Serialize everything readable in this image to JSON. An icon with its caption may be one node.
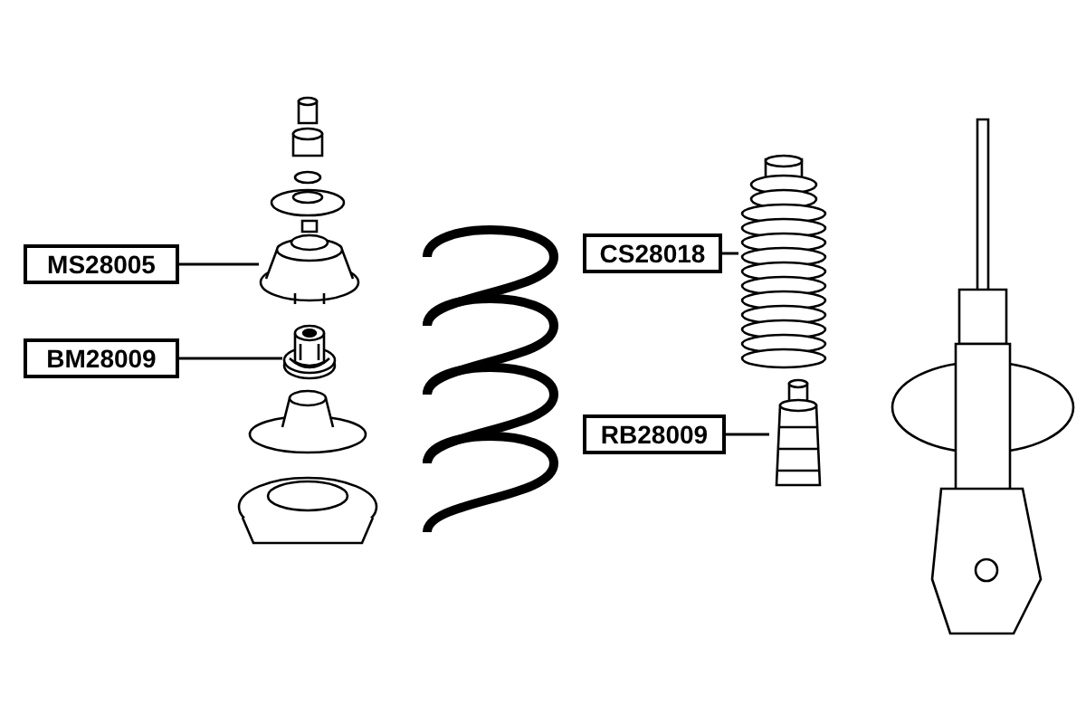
{
  "diagram": {
    "nodes": [
      {
        "text": [
          "MS28005"
        ]
      },
      {
        "text": [],
        "shape": "picture"
      },
      {
        "text": [
          "BM28009"
        ]
      },
      {
        "text": [],
        "shape": "picture"
      },
      {
        "text": [
          "CS28018"
        ]
      },
      {
        "text": [],
        "shape": "picture"
      },
      {
        "text": [
          "RB28009"
        ]
      },
      {
        "text": [],
        "shape": "picture"
      }
    ],
    "edges": [
      {
        "from": 0,
        "to": 1,
        "arrow": "none"
      },
      {
        "from": 2,
        "to": 3,
        "arrow": "none"
      },
      {
        "from": 4,
        "to": 5,
        "arrow": "none"
      },
      {
        "from": 6,
        "to": 7,
        "arrow": "none"
      }
    ]
  }
}
